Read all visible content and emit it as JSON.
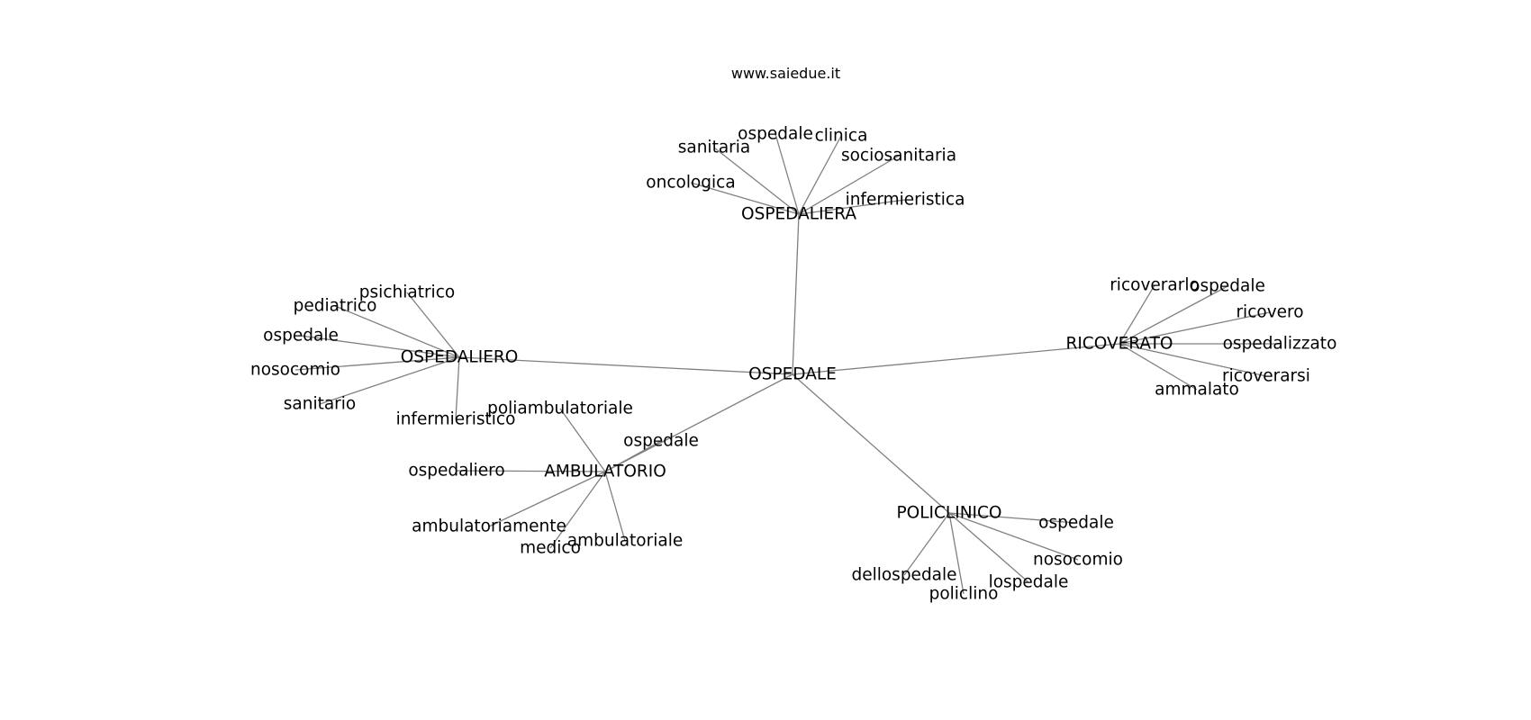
{
  "site": "www.saiedue.it",
  "graph": {
    "nodes": [
      {
        "id": "OSPEDALE",
        "label": "OSPEDALE"
      },
      {
        "id": "OSPEDALIERA",
        "label": "OSPEDALIERA"
      },
      {
        "id": "OSPEDALIERO",
        "label": "OSPEDALIERO"
      },
      {
        "id": "RICOVERATO",
        "label": "RICOVERATO"
      },
      {
        "id": "AMBULATORIO",
        "label": "AMBULATORIO"
      },
      {
        "id": "POLICLINICO",
        "label": "POLICLINICO"
      },
      {
        "id": "a-oncologica",
        "label": "oncologica"
      },
      {
        "id": "a-sanitaria",
        "label": "sanitaria"
      },
      {
        "id": "a-ospedale",
        "label": "ospedale"
      },
      {
        "id": "a-clinica",
        "label": "clinica"
      },
      {
        "id": "a-sociosanitaria",
        "label": "sociosanitaria"
      },
      {
        "id": "a-infermieristica",
        "label": "infermieristica"
      },
      {
        "id": "o-psichiatrico",
        "label": "psichiatrico"
      },
      {
        "id": "o-pediatrico",
        "label": "pediatrico"
      },
      {
        "id": "o-ospedale",
        "label": "ospedale"
      },
      {
        "id": "o-nosocomio",
        "label": "nosocomio"
      },
      {
        "id": "o-sanitario",
        "label": "sanitario"
      },
      {
        "id": "o-infermieristico",
        "label": "infermieristico"
      },
      {
        "id": "r-ricoverarlo",
        "label": "ricoverarlo"
      },
      {
        "id": "r-ospedale",
        "label": "ospedale"
      },
      {
        "id": "r-ricovero",
        "label": "ricovero"
      },
      {
        "id": "r-ospedalizzato",
        "label": "ospedalizzato"
      },
      {
        "id": "r-ricoverarsi",
        "label": "ricoverarsi"
      },
      {
        "id": "r-ammalato",
        "label": "ammalato"
      },
      {
        "id": "b-poliambulatoriale",
        "label": "poliambulatoriale"
      },
      {
        "id": "b-ospedale",
        "label": "ospedale"
      },
      {
        "id": "b-ospedaliero",
        "label": "ospedaliero"
      },
      {
        "id": "b-ambulatoriamente",
        "label": "ambulatoriamente"
      },
      {
        "id": "b-medico",
        "label": "medico"
      },
      {
        "id": "b-ambulatoriale",
        "label": "ambulatoriale"
      },
      {
        "id": "p-ospedale",
        "label": "ospedale"
      },
      {
        "id": "p-nosocomio",
        "label": "nosocomio"
      },
      {
        "id": "p-lospedale",
        "label": "lospedale"
      },
      {
        "id": "p-policlino",
        "label": "policlino"
      },
      {
        "id": "p-dellospedale",
        "label": "dellospedale"
      }
    ],
    "edges": [
      [
        "OSPEDALE",
        "OSPEDALIERA"
      ],
      [
        "OSPEDALE",
        "OSPEDALIERO"
      ],
      [
        "OSPEDALE",
        "RICOVERATO"
      ],
      [
        "OSPEDALE",
        "AMBULATORIO"
      ],
      [
        "OSPEDALE",
        "POLICLINICO"
      ],
      [
        "OSPEDALIERA",
        "a-oncologica"
      ],
      [
        "OSPEDALIERA",
        "a-sanitaria"
      ],
      [
        "OSPEDALIERA",
        "a-ospedale"
      ],
      [
        "OSPEDALIERA",
        "a-clinica"
      ],
      [
        "OSPEDALIERA",
        "a-sociosanitaria"
      ],
      [
        "OSPEDALIERA",
        "a-infermieristica"
      ],
      [
        "OSPEDALIERO",
        "o-psichiatrico"
      ],
      [
        "OSPEDALIERO",
        "o-pediatrico"
      ],
      [
        "OSPEDALIERO",
        "o-ospedale"
      ],
      [
        "OSPEDALIERO",
        "o-nosocomio"
      ],
      [
        "OSPEDALIERO",
        "o-sanitario"
      ],
      [
        "OSPEDALIERO",
        "o-infermieristico"
      ],
      [
        "RICOVERATO",
        "r-ricoverarlo"
      ],
      [
        "RICOVERATO",
        "r-ospedale"
      ],
      [
        "RICOVERATO",
        "r-ricovero"
      ],
      [
        "RICOVERATO",
        "r-ospedalizzato"
      ],
      [
        "RICOVERATO",
        "r-ricoverarsi"
      ],
      [
        "RICOVERATO",
        "r-ammalato"
      ],
      [
        "AMBULATORIO",
        "b-poliambulatoriale"
      ],
      [
        "AMBULATORIO",
        "b-ospedale"
      ],
      [
        "AMBULATORIO",
        "b-ospedaliero"
      ],
      [
        "AMBULATORIO",
        "b-ambulatoriamente"
      ],
      [
        "AMBULATORIO",
        "b-medico"
      ],
      [
        "AMBULATORIO",
        "b-ambulatoriale"
      ],
      [
        "POLICLINICO",
        "p-ospedale"
      ],
      [
        "POLICLINICO",
        "p-nosocomio"
      ],
      [
        "POLICLINICO",
        "p-lospedale"
      ],
      [
        "POLICLINICO",
        "p-policlino"
      ],
      [
        "POLICLINICO",
        "p-dellospedale"
      ]
    ]
  }
}
